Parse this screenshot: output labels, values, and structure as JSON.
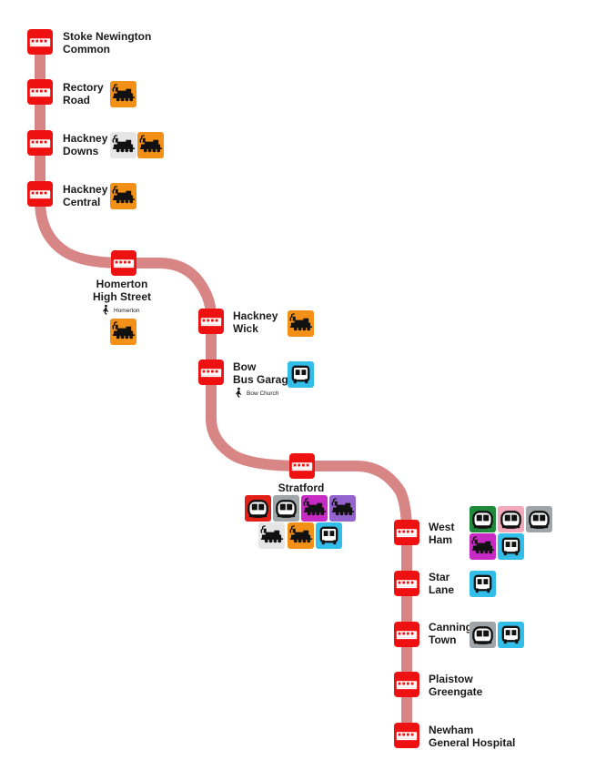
{
  "route_color": "#d78585",
  "stop_color": "#ee1111",
  "mode_colors": {
    "overground": "#f39018",
    "national_rail": "#e6e6e6",
    "dlr": "#33bde9",
    "central": "#e32017",
    "jubilee": "#a0a5a9",
    "elizabeth": "#9364cd",
    "c2c": "#c72bc4",
    "district": "#1f8a3b",
    "hammersmith_city": "#f3a9bb"
  },
  "stops": [
    {
      "name": [
        "Stoke Newington",
        "Common"
      ],
      "modes": []
    },
    {
      "name": [
        "Rectory",
        "Road"
      ],
      "modes": [
        "overground"
      ]
    },
    {
      "name": [
        "Hackney",
        "Downs"
      ],
      "modes": [
        "national_rail",
        "overground"
      ]
    },
    {
      "name": [
        "Hackney",
        "Central"
      ],
      "modes": [
        "overground"
      ]
    },
    {
      "name": [
        "Homerton",
        "High Street"
      ],
      "modes": [
        "overground"
      ],
      "walk": "Homerton"
    },
    {
      "name": [
        "Hackney",
        "Wick"
      ],
      "modes": [
        "overground"
      ]
    },
    {
      "name": [
        "Bow",
        "Bus Garage"
      ],
      "modes": [
        "dlr"
      ],
      "walk": "Bow Church"
    },
    {
      "name": [
        "Stratford"
      ],
      "modes": [
        "central",
        "jubilee",
        "c2c",
        "elizabeth",
        "national_rail",
        "overground",
        "dlr"
      ]
    },
    {
      "name": [
        "West",
        "Ham"
      ],
      "modes": [
        "district",
        "hammersmith_city",
        "jubilee",
        "c2c",
        "dlr"
      ]
    },
    {
      "name": [
        "Star",
        "Lane"
      ],
      "modes": [
        "dlr"
      ]
    },
    {
      "name": [
        "Canning",
        "Town"
      ],
      "modes": [
        "jubilee",
        "dlr"
      ]
    },
    {
      "name": [
        "Plaistow",
        "Greengate"
      ],
      "modes": []
    },
    {
      "name": [
        "Newham",
        "General Hospital"
      ],
      "modes": []
    }
  ]
}
